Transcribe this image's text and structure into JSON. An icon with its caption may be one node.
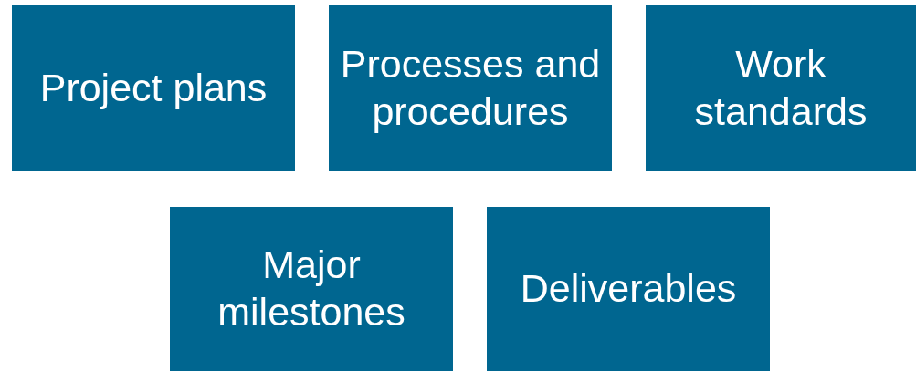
{
  "diagram": {
    "nodes": [
      {
        "text": [
          "Project plans"
        ]
      },
      {
        "text": [
          "Processes and procedures"
        ]
      },
      {
        "text": [
          "Work standards"
        ]
      },
      {
        "text": [
          "Major milestones"
        ]
      },
      {
        "text": [
          "Deliverables"
        ]
      }
    ]
  }
}
